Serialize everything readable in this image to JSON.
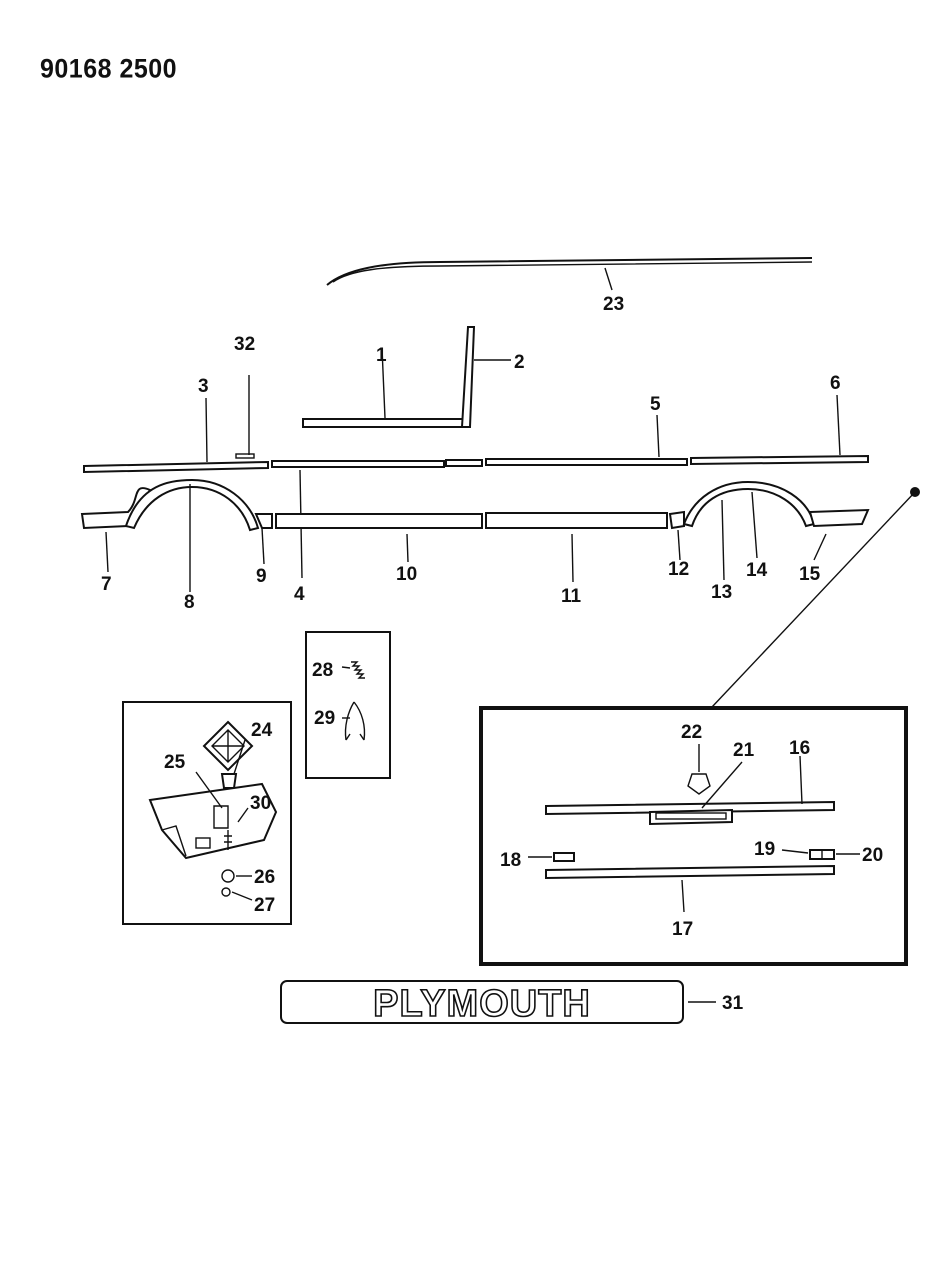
{
  "document_number": "90168 2500",
  "emblem_text": "PLYMOUTH",
  "callouts": {
    "c1": "1",
    "c2": "2",
    "c3": "3",
    "c4": "4",
    "c5": "5",
    "c6": "6",
    "c7": "7",
    "c8": "8",
    "c9": "9",
    "c10": "10",
    "c11": "11",
    "c12": "12",
    "c13": "13",
    "c14": "14",
    "c15": "15",
    "c16": "16",
    "c17": "17",
    "c18": "18",
    "c19": "19",
    "c20": "20",
    "c21": "21",
    "c22": "22",
    "c23": "23",
    "c24": "24",
    "c25": "25",
    "c26": "26",
    "c27": "27",
    "c28": "28",
    "c29": "29",
    "c30": "30",
    "c31": "31",
    "c32": "32"
  }
}
